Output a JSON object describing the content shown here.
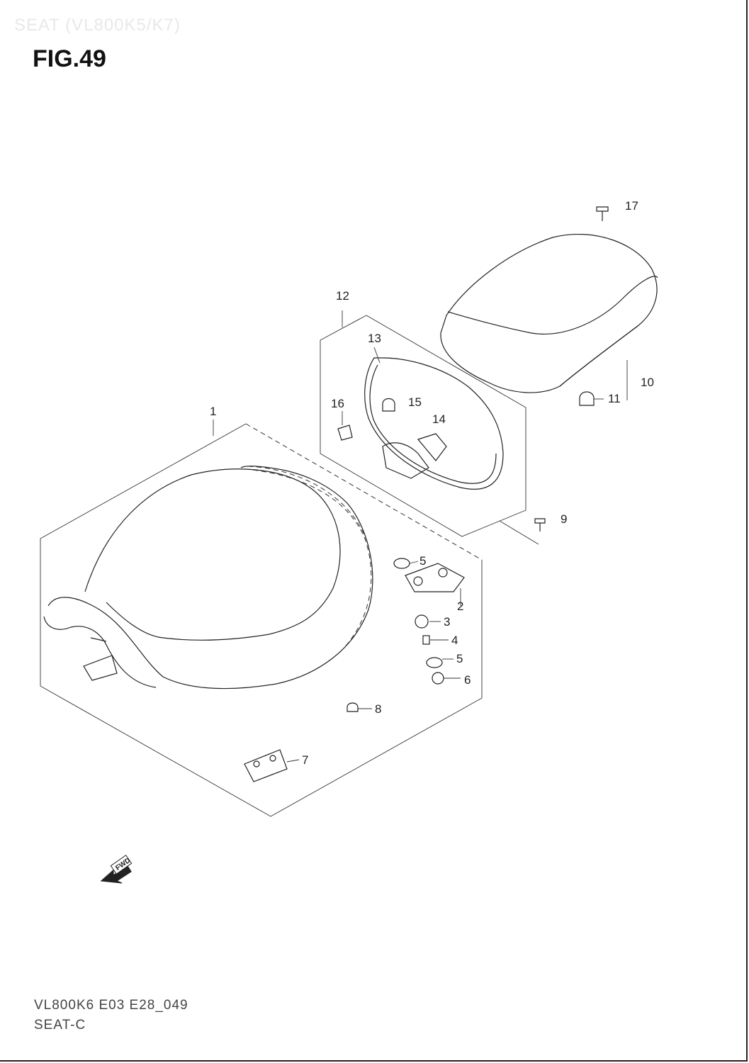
{
  "header": {
    "faint_title": "SEAT (VL800K5/K7)",
    "fig_label": "FIG.49"
  },
  "callouts": {
    "c1": "1",
    "c2": "2",
    "c3": "3",
    "c4": "4",
    "c5a": "5",
    "c5b": "5",
    "c6": "6",
    "c7": "7",
    "c8": "8",
    "c9": "9",
    "c10": "10",
    "c11": "11",
    "c12": "12",
    "c13": "13",
    "c14": "14",
    "c15": "15",
    "c16": "16",
    "c17": "17"
  },
  "fwd_label": "FWD",
  "footer": {
    "code": "VL800K6 E03 E28_049",
    "name": "SEAT-C"
  }
}
